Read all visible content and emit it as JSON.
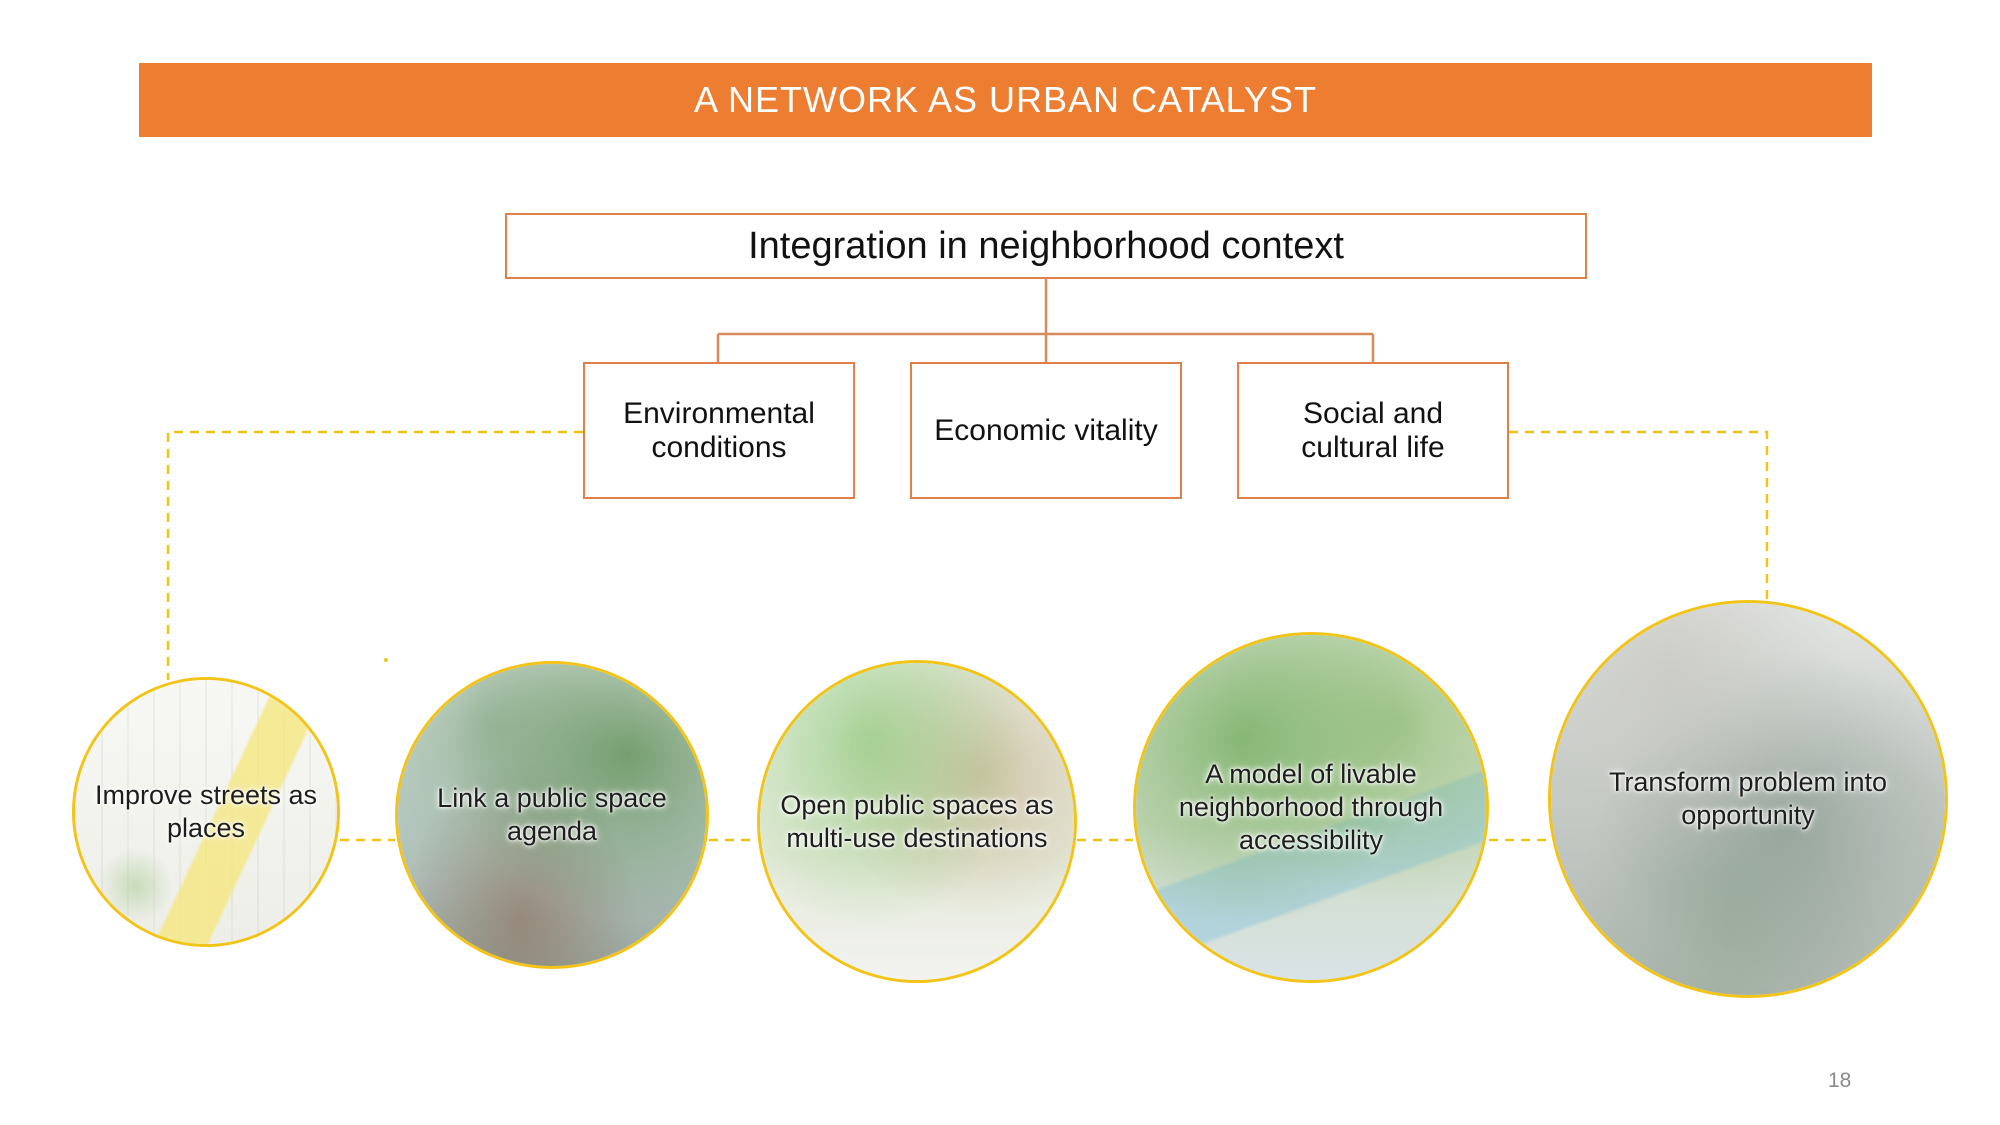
{
  "slide": {
    "title": "A NETWORK AS URBAN CATALYST",
    "page_number": "18"
  },
  "hierarchy": {
    "root": "Integration in neighborhood context",
    "pillars": [
      "Environmental conditions",
      "Economic vitality",
      "Social and cultural life"
    ]
  },
  "strategies": [
    "Improve streets as places",
    "Link a public space agenda",
    "Open public spaces as multi-use destinations",
    "A model of livable neighborhood through accessibility",
    "Transform problem into opportunity"
  ],
  "colors": {
    "banner": "#ed7d31",
    "box_border": "#e07f4a",
    "connector_dashed": "#f2c419",
    "circle_border": "#f2c419"
  }
}
